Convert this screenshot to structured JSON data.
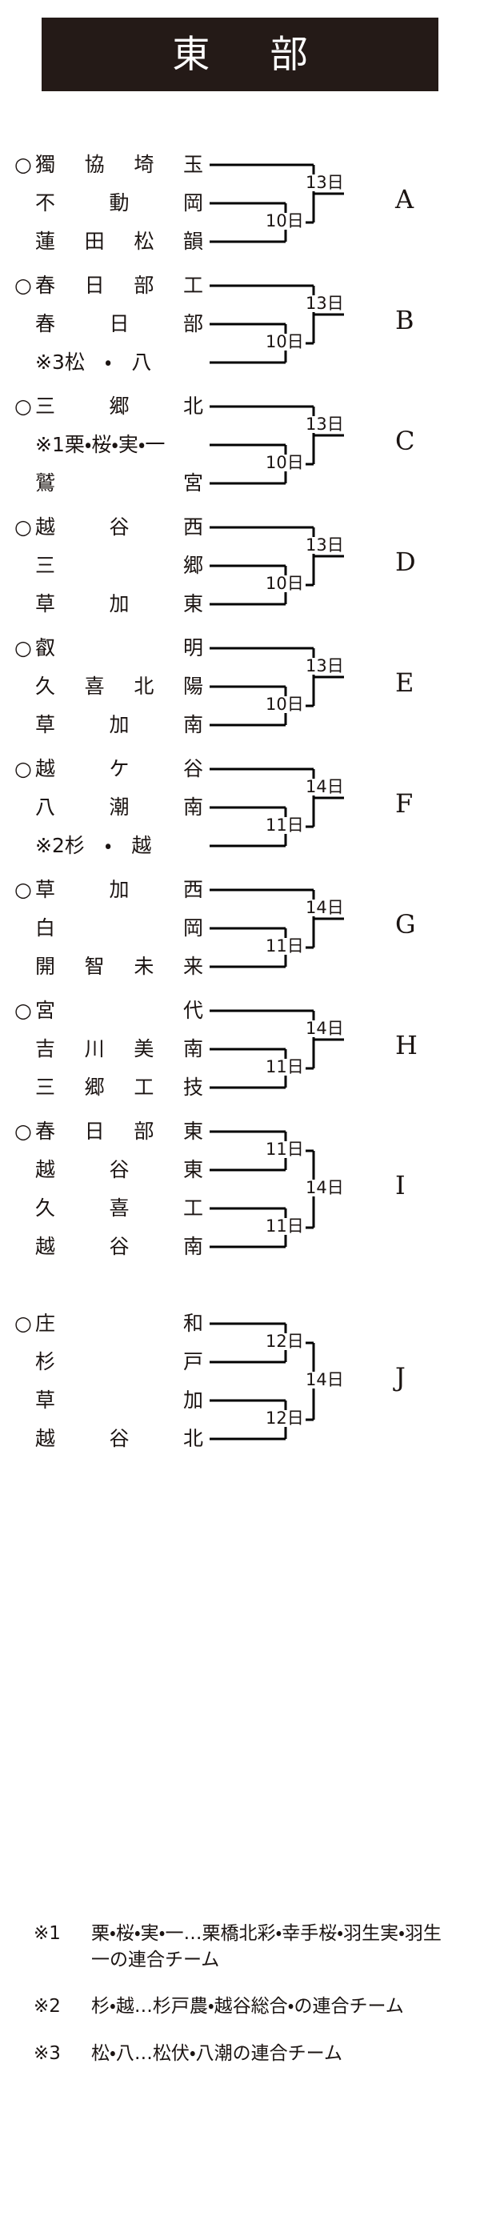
{
  "header": {
    "title": "東　部"
  },
  "bracket": {
    "groups": [
      {
        "label": "A",
        "teams": [
          {
            "mark": "○",
            "name": "獨協埼玉"
          },
          {
            "mark": "",
            "name": "不動岡"
          },
          {
            "mark": "",
            "name": "蓮田松韻"
          }
        ],
        "dates": {
          "upper": "13日",
          "lower": "10日"
        }
      },
      {
        "label": "B",
        "teams": [
          {
            "mark": "○",
            "name": "春日部工"
          },
          {
            "mark": "",
            "name": "春日部"
          },
          {
            "mark": "",
            "name": "※3松　・　八",
            "tight": true
          }
        ],
        "dates": {
          "upper": "13日",
          "lower": "10日"
        }
      },
      {
        "label": "C",
        "teams": [
          {
            "mark": "○",
            "name": "三郷北"
          },
          {
            "mark": "",
            "name": "※1栗・桜・実・一",
            "tight": true
          },
          {
            "mark": "",
            "name": "鷲宮"
          }
        ],
        "dates": {
          "upper": "13日",
          "lower": "10日"
        }
      },
      {
        "label": "D",
        "teams": [
          {
            "mark": "○",
            "name": "越谷西"
          },
          {
            "mark": "",
            "name": "三郷"
          },
          {
            "mark": "",
            "name": "草加東"
          }
        ],
        "dates": {
          "upper": "13日",
          "lower": "10日"
        }
      },
      {
        "label": "E",
        "teams": [
          {
            "mark": "○",
            "name": "叡明"
          },
          {
            "mark": "",
            "name": "久喜北陽"
          },
          {
            "mark": "",
            "name": "草加南"
          }
        ],
        "dates": {
          "upper": "13日",
          "lower": "10日"
        }
      },
      {
        "label": "F",
        "teams": [
          {
            "mark": "○",
            "name": "越ケ谷"
          },
          {
            "mark": "",
            "name": "八潮南"
          },
          {
            "mark": "",
            "name": "※2杉　・　越",
            "tight": true
          }
        ],
        "dates": {
          "upper": "14日",
          "lower": "11日"
        }
      },
      {
        "label": "G",
        "teams": [
          {
            "mark": "○",
            "name": "草加西"
          },
          {
            "mark": "",
            "name": "白岡"
          },
          {
            "mark": "",
            "name": "開智未来"
          }
        ],
        "dates": {
          "upper": "14日",
          "lower": "11日"
        }
      },
      {
        "label": "H",
        "teams": [
          {
            "mark": "○",
            "name": "宮代"
          },
          {
            "mark": "",
            "name": "吉川美南"
          },
          {
            "mark": "",
            "name": "三郷工技"
          }
        ],
        "dates": {
          "upper": "14日",
          "lower": "11日"
        }
      },
      {
        "label": "I",
        "teams": [
          {
            "mark": "○",
            "name": "春日部東"
          },
          {
            "mark": "",
            "name": "越谷東"
          },
          {
            "mark": "",
            "name": "久喜工"
          },
          {
            "mark": "",
            "name": "越谷南"
          }
        ],
        "dates": {
          "top": "11日",
          "middle": "14日",
          "bottom": "11日"
        }
      },
      {
        "label": "J",
        "teams": [
          {
            "mark": "○",
            "name": "庄和"
          },
          {
            "mark": "",
            "name": "杉戸"
          },
          {
            "mark": "",
            "name": "草加"
          },
          {
            "mark": "",
            "name": "越谷北"
          }
        ],
        "dates": {
          "top": "12日",
          "middle": "14日",
          "bottom": "12日"
        }
      }
    ]
  },
  "notes": [
    {
      "tag": "※1",
      "text": "栗・桜・実・一…栗橋北彩・幸手桜・羽生実・羽生一の連合チーム"
    },
    {
      "tag": "※2",
      "text": "杉・越…杉戸農・越谷総合・の連合チーム"
    },
    {
      "tag": "※3",
      "text": "松・八…松伏・八潮の連合チーム"
    }
  ]
}
